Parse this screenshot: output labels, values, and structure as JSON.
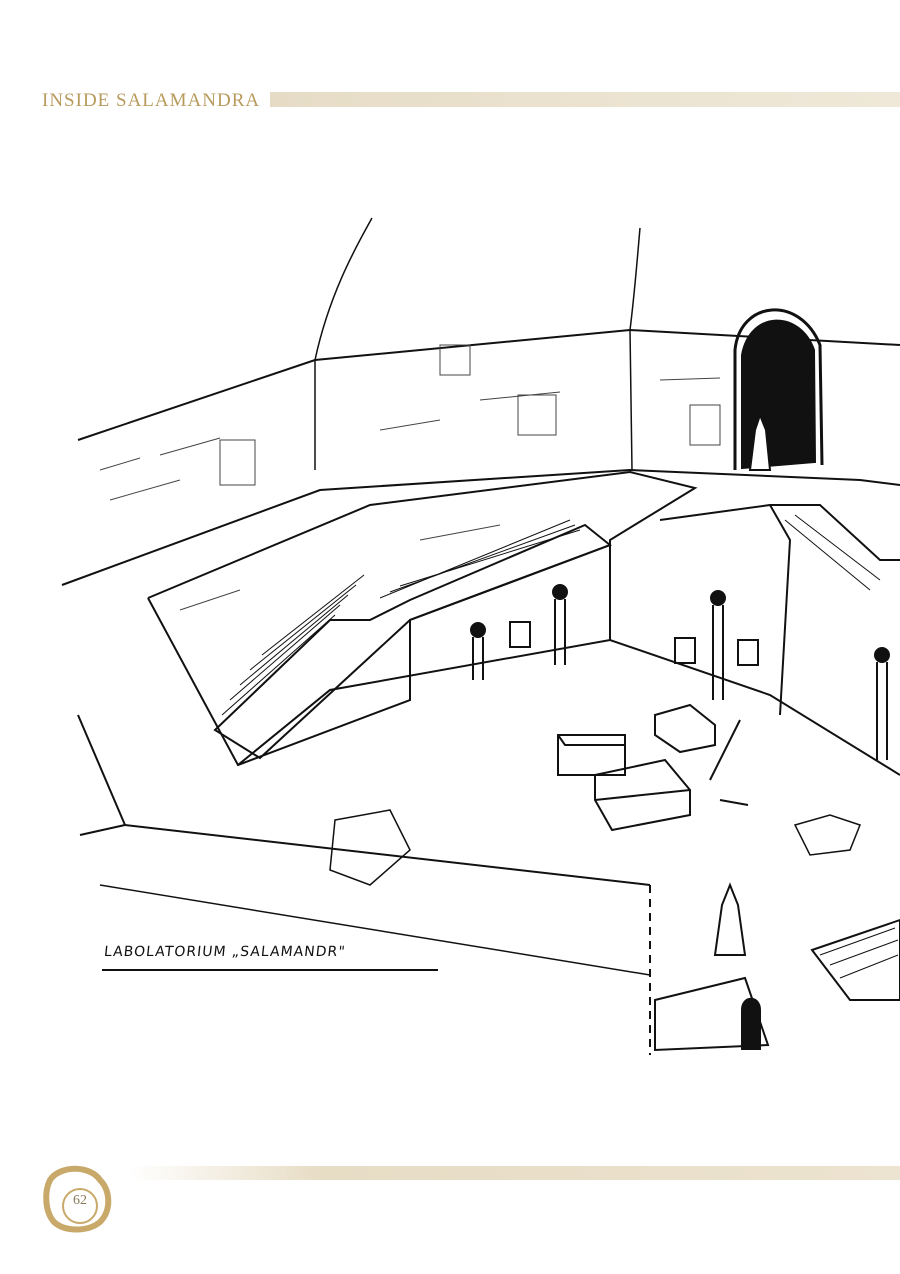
{
  "header": {
    "title": "INSIDE SALAMANDRA"
  },
  "illustration": {
    "caption": "LABOLATORIUM „SALAMANDR\""
  },
  "footer": {
    "page_number": "62"
  },
  "colors": {
    "accent": "#b89a5c",
    "band": "#e8dec9",
    "ink": "#111111"
  }
}
